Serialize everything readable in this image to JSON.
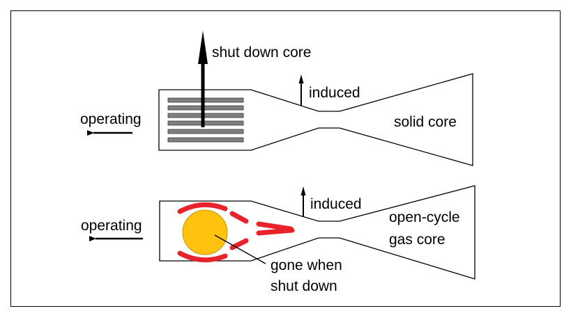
{
  "top_engine": {
    "core_label": "solid core",
    "thrust_label": "operating",
    "arrow_large_label": "shut down core",
    "arrow_small_label": "induced"
  },
  "bottom_engine": {
    "core_label_line1": "open-cycle",
    "core_label_line2": "gas core",
    "thrust_label": "operating",
    "arrow_small_label": "induced",
    "callout_line1": "gone when",
    "callout_line2": "shut down"
  },
  "colors": {
    "outline": "#000000",
    "fuel_plate": "#808080",
    "plasma_ball": "#ffc20e",
    "flow_dash": "#e8232b"
  }
}
